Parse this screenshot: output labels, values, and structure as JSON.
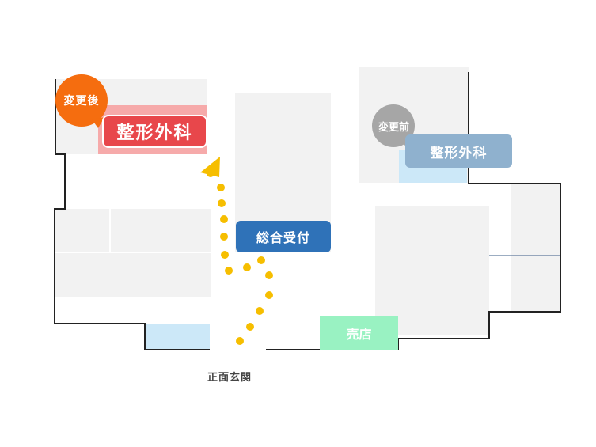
{
  "labels": {
    "after_dept": "整形外科",
    "before_dept": "整形外科",
    "reception": "総合受付",
    "shop": "売店",
    "entrance": "正面玄関"
  },
  "badges": {
    "after": "変更後",
    "before": "変更前"
  },
  "colors": {
    "after_badge": "#f56d0f",
    "before_badge": "#a6a6a6",
    "after_dept": "#e8474b",
    "before_dept": "#8fb1ce",
    "reception": "#2f72b8",
    "shop": "#99f2c2",
    "route": "#f6be00"
  }
}
